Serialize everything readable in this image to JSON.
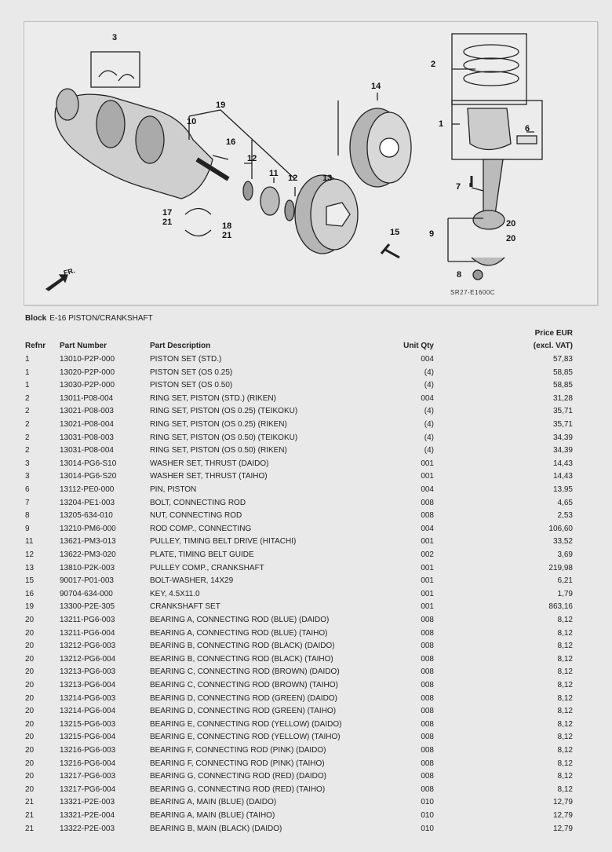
{
  "diagram": {
    "callouts": [
      "3",
      "2",
      "14",
      "1",
      "6",
      "19",
      "10",
      "16",
      "12",
      "11",
      "12",
      "13",
      "7",
      "17",
      "21",
      "18",
      "21",
      "20",
      "20",
      "9",
      "15",
      "8"
    ],
    "front_label": "FR.",
    "code": "SR27-E1600C"
  },
  "block": {
    "label": "Block",
    "name": "E-16 PISTON/CRANKSHAFT"
  },
  "table": {
    "headers": {
      "refnr": "Refnr",
      "part_number": "Part Number",
      "description": "Part Description",
      "unit_qty": "Unit Qty",
      "price_line1": "Price EUR",
      "price_line2": "(excl. VAT)"
    },
    "rows": [
      [
        "1",
        "13010-P2P-000",
        "PISTON SET (STD.)",
        "004",
        "57,83"
      ],
      [
        "1",
        "13020-P2P-000",
        "PISTON SET (OS 0.25)",
        "(4)",
        "58,85"
      ],
      [
        "1",
        "13030-P2P-000",
        "PISTON SET (OS 0.50)",
        "(4)",
        "58,85"
      ],
      [
        "2",
        "13011-P08-004",
        "RING SET, PISTON (STD.) (RIKEN)",
        "004",
        "31,28"
      ],
      [
        "2",
        "13021-P08-003",
        "RING SET, PISTON (OS 0.25) (TEIKOKU)",
        "(4)",
        "35,71"
      ],
      [
        "2",
        "13021-P08-004",
        "RING SET, PISTON (OS 0.25) (RIKEN)",
        "(4)",
        "35,71"
      ],
      [
        "2",
        "13031-P08-003",
        "RING SET, PISTON (OS 0.50) (TEIKOKU)",
        "(4)",
        "34,39"
      ],
      [
        "2",
        "13031-P08-004",
        "RING SET, PISTON (OS 0.50) (RIKEN)",
        "(4)",
        "34,39"
      ],
      [
        "3",
        "13014-PG6-S10",
        "WASHER SET, THRUST (DAIDO)",
        "001",
        "14,43"
      ],
      [
        "3",
        "13014-PG6-S20",
        "WASHER SET, THRUST (TAIHO)",
        "001",
        "14,43"
      ],
      [
        "6",
        "13112-PE0-000",
        "PIN, PISTON",
        "004",
        "13,95"
      ],
      [
        "7",
        "13204-PE1-003",
        "BOLT, CONNECTING ROD",
        "008",
        "4,65"
      ],
      [
        "8",
        "13205-634-010",
        "NUT, CONNECTING ROD",
        "008",
        "2,53"
      ],
      [
        "9",
        "13210-PM6-000",
        "ROD COMP., CONNECTING",
        "004",
        "106,60"
      ],
      [
        "11",
        "13621-PM3-013",
        "PULLEY, TIMING BELT DRIVE (HITACHI)",
        "001",
        "33,52"
      ],
      [
        "12",
        "13622-PM3-020",
        "PLATE, TIMING BELT GUIDE",
        "002",
        "3,69"
      ],
      [
        "13",
        "13810-P2K-003",
        "PULLEY COMP., CRANKSHAFT",
        "001",
        "219,98"
      ],
      [
        "15",
        "90017-P01-003",
        "BOLT-WASHER, 14X29",
        "001",
        "6,21"
      ],
      [
        "16",
        "90704-634-000",
        "KEY, 4.5X11.0",
        "001",
        "1,79"
      ],
      [
        "19",
        "13300-P2E-305",
        "CRANKSHAFT SET",
        "001",
        "863,16"
      ],
      [
        "20",
        "13211-PG6-003",
        "BEARING A, CONNECTING ROD (BLUE) (DAIDO)",
        "008",
        "8,12"
      ],
      [
        "20",
        "13211-PG6-004",
        "BEARING A, CONNECTING ROD (BLUE) (TAIHO)",
        "008",
        "8,12"
      ],
      [
        "20",
        "13212-PG6-003",
        "BEARING B, CONNECTING ROD (BLACK) (DAIDO)",
        "008",
        "8,12"
      ],
      [
        "20",
        "13212-PG6-004",
        "BEARING B, CONNECTING ROD (BLACK) (TAIHO)",
        "008",
        "8,12"
      ],
      [
        "20",
        "13213-PG6-003",
        "BEARING C, CONNECTING ROD (BROWN) (DAIDO)",
        "008",
        "8,12"
      ],
      [
        "20",
        "13213-PG6-004",
        "BEARING C, CONNECTING ROD (BROWN) (TAIHO)",
        "008",
        "8,12"
      ],
      [
        "20",
        "13214-PG6-003",
        "BEARING D, CONNECTING ROD (GREEN) (DAIDO)",
        "008",
        "8,12"
      ],
      [
        "20",
        "13214-PG6-004",
        "BEARING D, CONNECTING ROD (GREEN) (TAIHO)",
        "008",
        "8,12"
      ],
      [
        "20",
        "13215-PG6-003",
        "BEARING E, CONNECTING ROD (YELLOW) (DAIDO)",
        "008",
        "8,12"
      ],
      [
        "20",
        "13215-PG6-004",
        "BEARING E, CONNECTING ROD (YELLOW) (TAIHO)",
        "008",
        "8,12"
      ],
      [
        "20",
        "13216-PG6-003",
        "BEARING F, CONNECTING ROD (PINK) (DAIDO)",
        "008",
        "8,12"
      ],
      [
        "20",
        "13216-PG6-004",
        "BEARING F, CONNECTING ROD (PINK) (TAIHO)",
        "008",
        "8,12"
      ],
      [
        "20",
        "13217-PG6-003",
        "BEARING G, CONNECTING ROD (RED) (DAIDO)",
        "008",
        "8,12"
      ],
      [
        "20",
        "13217-PG6-004",
        "BEARING G, CONNECTING ROD (RED) (TAIHO)",
        "008",
        "8,12"
      ],
      [
        "21",
        "13321-P2E-003",
        "BEARING A, MAIN (BLUE) (DAIDO)",
        "010",
        "12,79"
      ],
      [
        "21",
        "13321-P2E-004",
        "BEARING A, MAIN (BLUE) (TAIHO)",
        "010",
        "12,79"
      ],
      [
        "21",
        "13322-P2E-003",
        "BEARING B, MAIN (BLACK) (DAIDO)",
        "010",
        "12,79"
      ]
    ]
  }
}
